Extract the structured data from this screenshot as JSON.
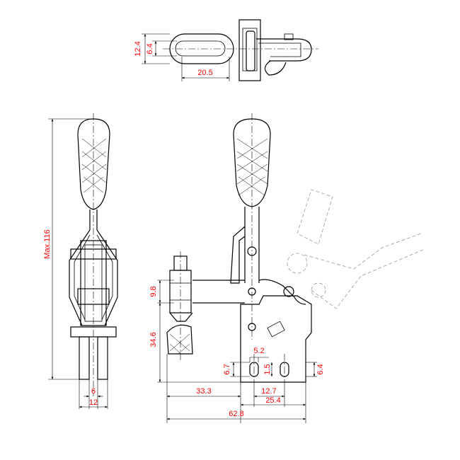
{
  "colors": {
    "dimension_text": "#ff0000",
    "line": "#000000",
    "ghost": "#999999",
    "background": "#ffffff"
  },
  "dimensions": {
    "top_height": "12.4",
    "top_slot": "6.4",
    "top_length": "20.5",
    "max_height": "Max.116",
    "front_width_inner": "6",
    "front_width_outer": "12",
    "spindle_offset": "9.8",
    "spindle_height": "34.6",
    "slot_width": "5.2",
    "slot_height": "6.7",
    "slot_offset": "1.5",
    "base_right": "6.4",
    "arm_reach": "33.3",
    "hole_spacing": "12.7",
    "base_length": "25.4",
    "overall_length": "62.8"
  }
}
